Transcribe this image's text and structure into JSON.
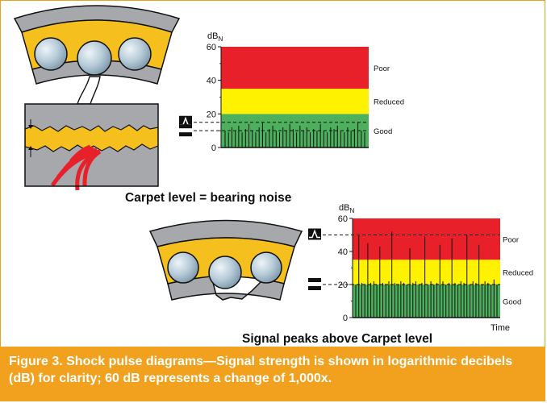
{
  "figure": {
    "caption": "Figure 3. Shock pulse diagrams—Signal strength is shown in logarithmic decibels (dB) for clarity; 60 dB represents a change of 1,000x."
  },
  "top_diagram": {
    "title": "Carpet level = bearing noise",
    "axis_label": "dB",
    "axis_label_sub": "N",
    "ticks": [
      "60",
      "40",
      "20",
      "0"
    ],
    "zones": [
      "Poor",
      "Reduced",
      "Good"
    ],
    "carpet_level_db": 10,
    "peak_level_db": 15
  },
  "bottom_diagram": {
    "title": "Signal peaks above Carpet level",
    "axis_label": "dB",
    "axis_label_sub": "N",
    "ticks": [
      "60",
      "40",
      "20",
      "0"
    ],
    "zones": [
      "Poor",
      "Reduced",
      "Good"
    ],
    "x_label": "Time",
    "carpet_level_db": 20,
    "peak_level_db": 50
  },
  "colors": {
    "poor": "#e8202a",
    "reduced": "#fff200",
    "good": "#4db05c",
    "bearing_ring": "#a6a8ab",
    "bearing_cage": "#f5bf1e",
    "ball": "#b6cbd8",
    "accent": "#f2a11f",
    "sound_wave": "#e8202a"
  },
  "chart_data": [
    {
      "type": "bar",
      "title": "Carpet level = bearing noise",
      "ylabel": "dBN",
      "ylim": [
        0,
        60
      ],
      "zones": [
        {
          "name": "Good",
          "from": 0,
          "to": 20
        },
        {
          "name": "Reduced",
          "from": 20,
          "to": 35
        },
        {
          "name": "Poor",
          "from": 35,
          "to": 60
        }
      ],
      "carpet_level": 10,
      "peak_level": 15,
      "pulses": [
        10,
        9,
        12,
        10,
        13,
        9,
        11,
        14,
        10,
        9,
        12,
        15,
        9,
        11,
        13,
        10,
        9,
        12,
        10,
        14,
        11,
        9,
        13,
        10,
        12,
        9,
        11,
        10,
        14,
        10,
        9,
        12,
        11,
        13,
        10,
        9,
        12,
        10,
        11,
        15,
        10,
        9
      ]
    },
    {
      "type": "bar",
      "title": "Signal peaks above Carpet level",
      "ylabel": "dBN",
      "xlabel": "Time",
      "ylim": [
        0,
        60
      ],
      "zones": [
        {
          "name": "Good",
          "from": 0,
          "to": 20
        },
        {
          "name": "Reduced",
          "from": 20,
          "to": 35
        },
        {
          "name": "Poor",
          "from": 35,
          "to": 60
        }
      ],
      "carpet_level": 20,
      "peak_level": 50,
      "pulses": [
        20,
        50,
        21,
        20,
        45,
        21,
        22,
        20,
        43,
        21,
        20,
        22,
        52,
        21,
        20,
        22,
        21,
        20,
        42,
        21,
        22,
        20,
        21,
        49,
        20,
        22,
        20,
        21,
        44,
        22,
        20,
        21,
        48,
        21,
        20,
        22,
        21,
        50,
        20,
        22,
        21,
        44,
        20,
        22,
        21,
        20,
        23,
        20
      ]
    }
  ]
}
